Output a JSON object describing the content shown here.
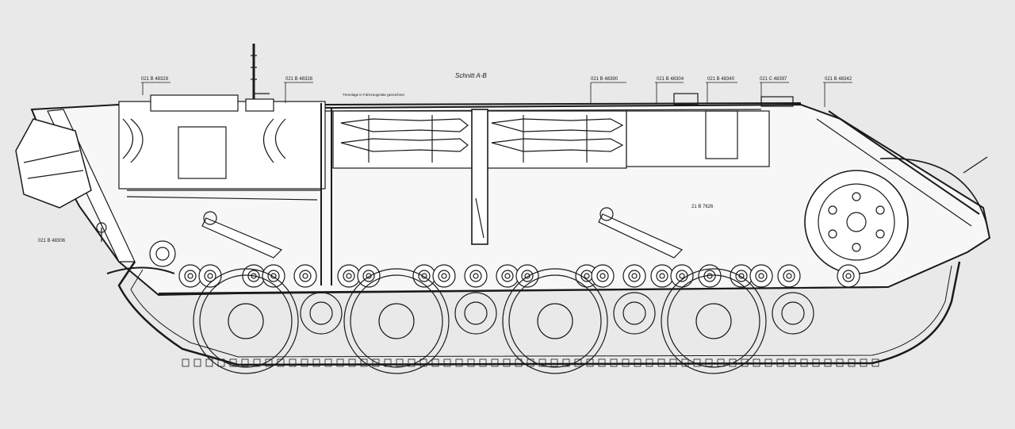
{
  "drawing": {
    "section_title": "Schnitt A-B",
    "note": "Trennlage in Fahrzeugmitte gezeichnet",
    "part_numbers": [
      {
        "id": "p1",
        "text": "021 B 48329"
      },
      {
        "id": "p2",
        "text": "021 B 48328"
      },
      {
        "id": "p3",
        "text": "021 B 48390"
      },
      {
        "id": "p4",
        "text": "021 B 48304"
      },
      {
        "id": "p5",
        "text": "021 B 48340"
      },
      {
        "id": "p6",
        "text": "021 C 48397"
      },
      {
        "id": "p7",
        "text": "021 B 48342"
      },
      {
        "id": "p8",
        "text": "021 B 48306"
      },
      {
        "id": "p9",
        "text": "21 B 7626"
      }
    ]
  },
  "colors": {
    "paper": "#e9e9e9",
    "ink": "#1a1a1a",
    "hull_fill": "#f7f7f7"
  }
}
